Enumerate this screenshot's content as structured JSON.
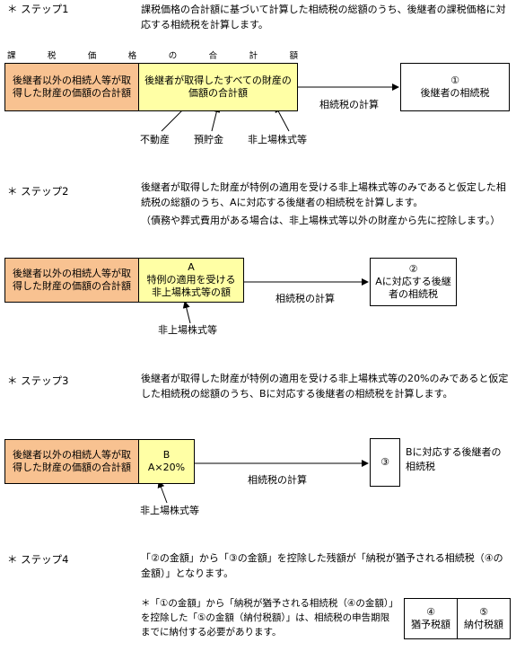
{
  "step1": {
    "label": "＊ ステップ1",
    "text": "課税価格の合計額に基づいて計算した相続税の総額のうち、後継者の課税価格に対応する相続税を計算します。",
    "header_chars": [
      "課",
      "税",
      "価",
      "格",
      "の",
      "合",
      "計",
      "額"
    ],
    "box_other": "後継者以外の相続人等が取得した財産の価額の合計額",
    "box_successor": "後継者が取得したすべての財産の価額の合計額",
    "arrow_label": "相続税の計算",
    "result_num": "①",
    "result_text": "後継者の相続税",
    "items": [
      "不動産",
      "預貯金",
      "非上場株式等"
    ]
  },
  "step2": {
    "label": "＊ ステップ2",
    "text": "後継者が取得した財産が特例の適用を受ける非上場株式等のみであると仮定した相続税の総額のうち、Aに対応する後継者の相続税を計算します。",
    "note": "（債務や葬式費用がある場合は、非上場株式等以外の財産から先に控除します。）",
    "box_other": "後継者以外の相続人等が取得した財産の価額の合計額",
    "box_a_title": "A",
    "box_a_text": "特例の適用を受ける非上場株式等の額",
    "arrow_label": "相続税の計算",
    "result_num": "②",
    "result_text": "Aに対応する後継者の相続税",
    "item": "非上場株式等"
  },
  "step3": {
    "label": "＊ ステップ3",
    "text": "後継者が取得した財産が特例の適用を受ける非上場株式等の20%のみであると仮定した相続税の総額のうち、Bに対応する後継者の相続税を計算します。",
    "box_other": "後継者以外の相続人等が取得した財産の価額の合計額",
    "box_b_title": "B",
    "box_b_text": "A×20%",
    "arrow_label": "相続税の計算",
    "result_num": "③",
    "result_text": "Bに対応する後継者の相続税",
    "item": "非上場株式等"
  },
  "step4": {
    "label": "＊ ステップ4",
    "text": "「②の金額」から「③の金額」を控除した残額が「納税が猶予される相続税（④の金額）」となります。",
    "note": "＊「①の金額」から「納税が猶予される相続税（④の金額）」を控除した「⑤の金額（納付税額）」は、相続税の申告期限までに納付する必要があります。",
    "box4_num": "④",
    "box4_text": "猶予税額",
    "box5_num": "⑤",
    "box5_text": "納付税額"
  }
}
